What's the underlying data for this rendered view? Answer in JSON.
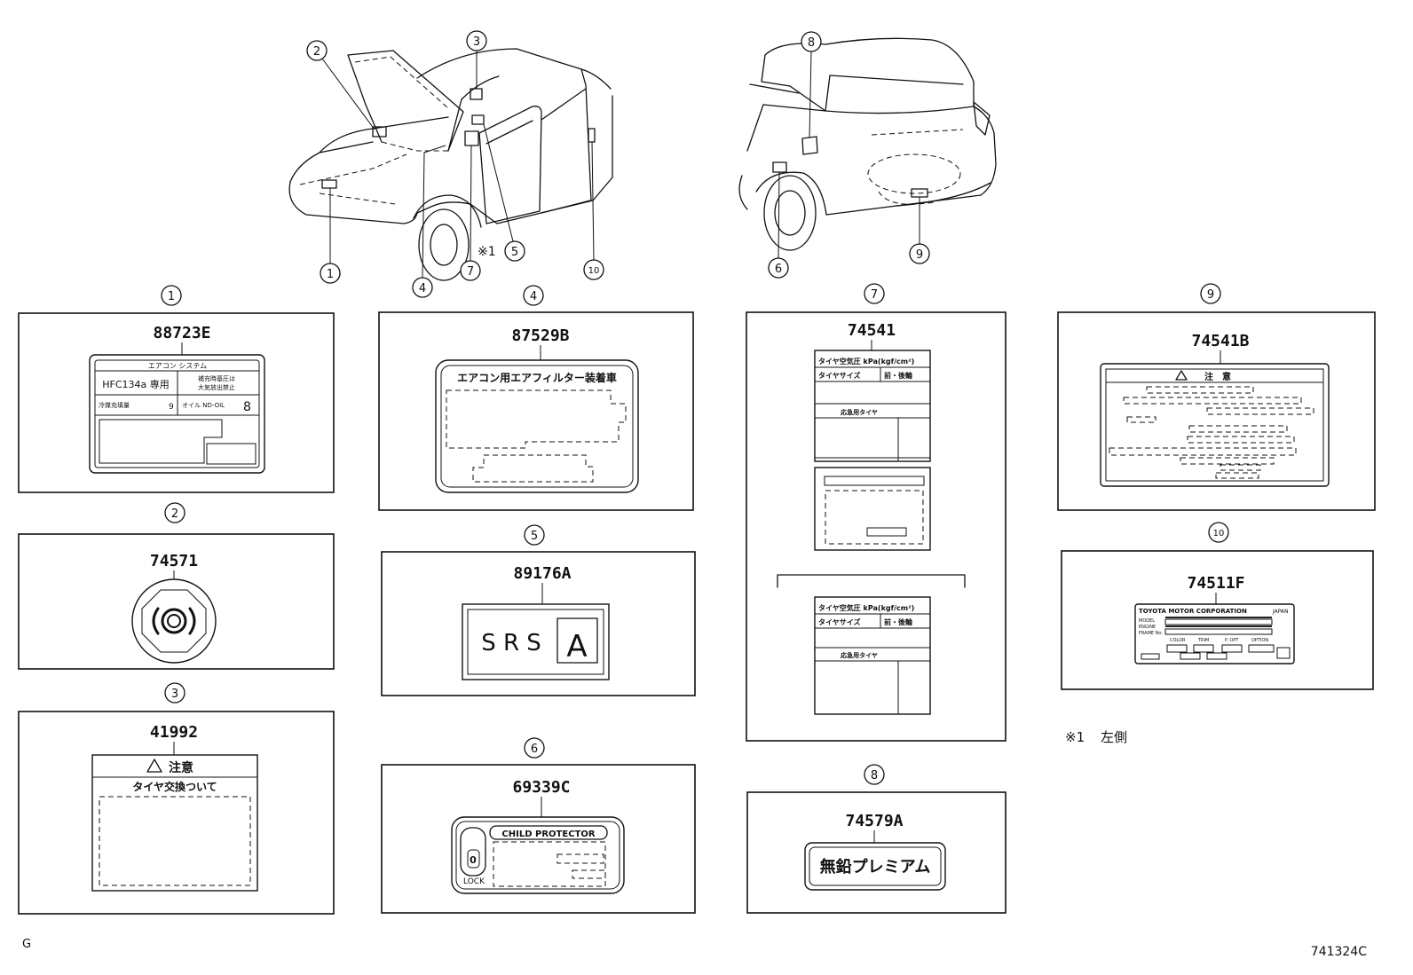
{
  "overview": {
    "callouts": {
      "c1": "1",
      "c2": "2",
      "c3": "3",
      "c4": "4",
      "c5": "5",
      "c6": "6",
      "c7": "7",
      "c8": "8",
      "c9": "9",
      "c10": "10"
    },
    "note_mark": "※1"
  },
  "labels": {
    "l1": {
      "no": "1",
      "part_no": "88723E",
      "title": "エアコン システム",
      "refrigerant": "HFC134a 専用",
      "caution_1": "補充時基圧は",
      "caution_2": "大気放出禁止",
      "charge_label": "冷媒充填量",
      "charge_value": "9",
      "oil_label": "オイル ND-OIL",
      "oil_value": "8"
    },
    "l2": {
      "no": "2",
      "part_no": "74571"
    },
    "l3": {
      "no": "3",
      "part_no": "41992",
      "heading": "注意",
      "subheading": "タイヤ交換ついて"
    },
    "l4": {
      "no": "4",
      "part_no": "87529B",
      "title": "エアコン用エアフィルター装着車"
    },
    "l5": {
      "no": "5",
      "part_no": "89176A",
      "text": "S R S",
      "badge": "A"
    },
    "l6": {
      "no": "6",
      "part_no": "69339C",
      "title": "CHILD PROTECTOR",
      "knob": "0",
      "lock": "LOCK"
    },
    "l7": {
      "no": "7",
      "part_no": "74541",
      "pressure": "タイヤ空気圧 kPa(kgf/cm²)",
      "tire_size": "タイヤサイズ",
      "wheels": "前・後輪",
      "spare": "応急用タイヤ"
    },
    "l8": {
      "no": "8",
      "part_no": "74579A",
      "text": "無鉛プレミアム"
    },
    "l9": {
      "no": "9",
      "part_no": "74541B",
      "heading": "注　意"
    },
    "l10": {
      "no": "10",
      "part_no": "74511F",
      "maker": "TOYOTA MOTOR CORPORATION",
      "country": "JAPAN",
      "model": "MODEL",
      "engine": "ENGINE",
      "frame": "FRAME No.",
      "color": "COLOR",
      "trim": "TRIM",
      "p_opt": "P. OPT",
      "option": "OPTION"
    }
  },
  "note": {
    "mark": "※1",
    "text": "左側"
  },
  "footer": {
    "section": "G",
    "figure_id": "741324C"
  }
}
